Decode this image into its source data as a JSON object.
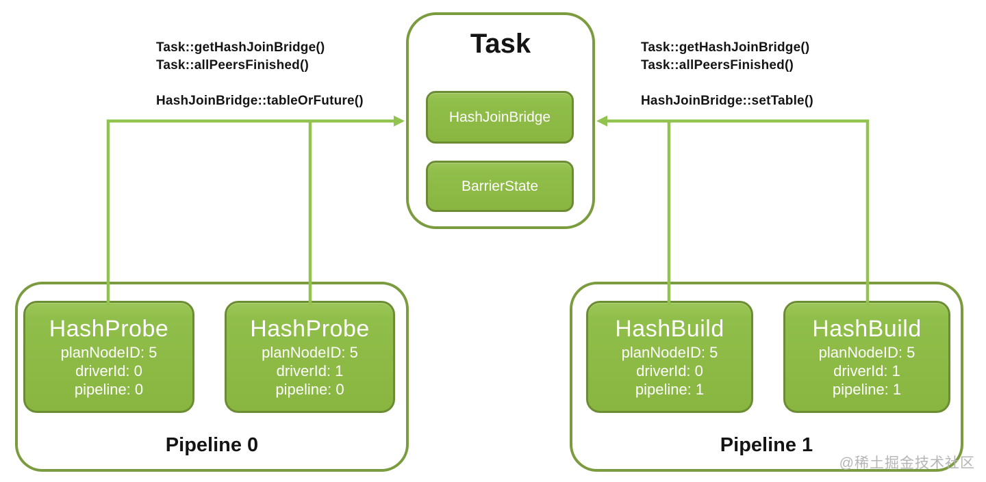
{
  "colors": {
    "connector_green": "#92C24F",
    "node_fill_green": "#8EBC48",
    "node_border_green": "#6B8C33",
    "container_border_green": "#7B9C3E",
    "text_dark": "#141414",
    "text_light": "#FFFFFF",
    "watermark_gray": "#B5B5B5"
  },
  "task_panel": {
    "title": "Task",
    "nodes": [
      {
        "label": "HashJoinBridge"
      },
      {
        "label": "BarrierState"
      }
    ]
  },
  "annotations": {
    "left": [
      "Task::getHashJoinBridge()",
      "Task::allPeersFinished()",
      "HashJoinBridge::tableOrFuture()"
    ],
    "right": [
      "Task::getHashJoinBridge()",
      "Task::allPeersFinished()",
      "HashJoinBridge::setTable()"
    ]
  },
  "pipelines": [
    {
      "label": "Pipeline 0",
      "operators": [
        {
          "title": "HashProbe",
          "plan_node": "planNodeID: 5",
          "driver": "driverId: 0",
          "pipeline": "pipeline: 0"
        },
        {
          "title": "HashProbe",
          "plan_node": "planNodeID: 5",
          "driver": "driverId: 1",
          "pipeline": "pipeline: 0"
        }
      ]
    },
    {
      "label": "Pipeline 1",
      "operators": [
        {
          "title": "HashBuild",
          "plan_node": "planNodeID: 5",
          "driver": "driverId: 0",
          "pipeline": "pipeline: 1"
        },
        {
          "title": "HashBuild",
          "plan_node": "planNodeID: 5",
          "driver": "driverId: 1",
          "pipeline": "pipeline: 1"
        }
      ]
    }
  ],
  "watermark": "@稀土掘金技术社区"
}
